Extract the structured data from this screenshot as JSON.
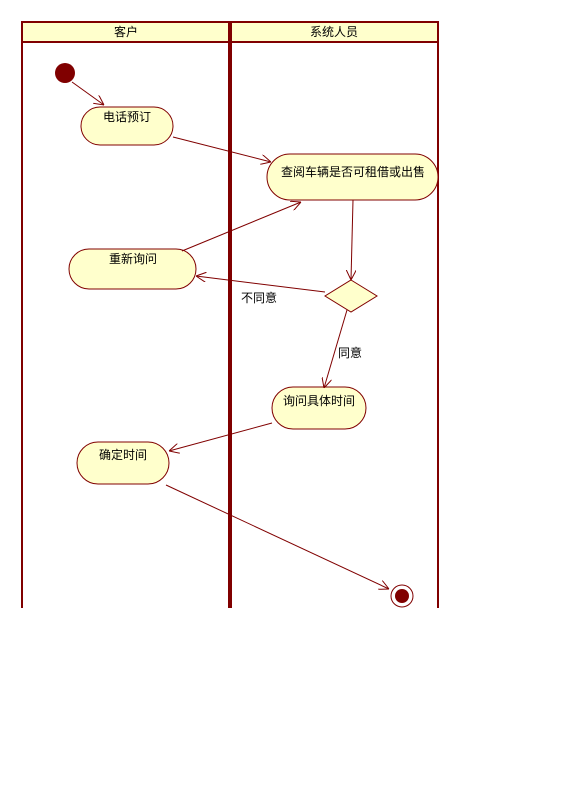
{
  "lanes": [
    {
      "title": "客户"
    },
    {
      "title": "系统人员"
    }
  ],
  "activities": {
    "phone_booking": "电话预订",
    "check_vehicle": "查阅车辆是否可租借或出售",
    "re_inquire": "重新询问",
    "ask_time": "询问具体时间",
    "confirm_time": "确定时间"
  },
  "guards": {
    "disagree": "不同意",
    "agree": "同意"
  },
  "colors": {
    "line": "#800000",
    "node_fill": "#FFFFCC",
    "start_fill": "#800000"
  }
}
